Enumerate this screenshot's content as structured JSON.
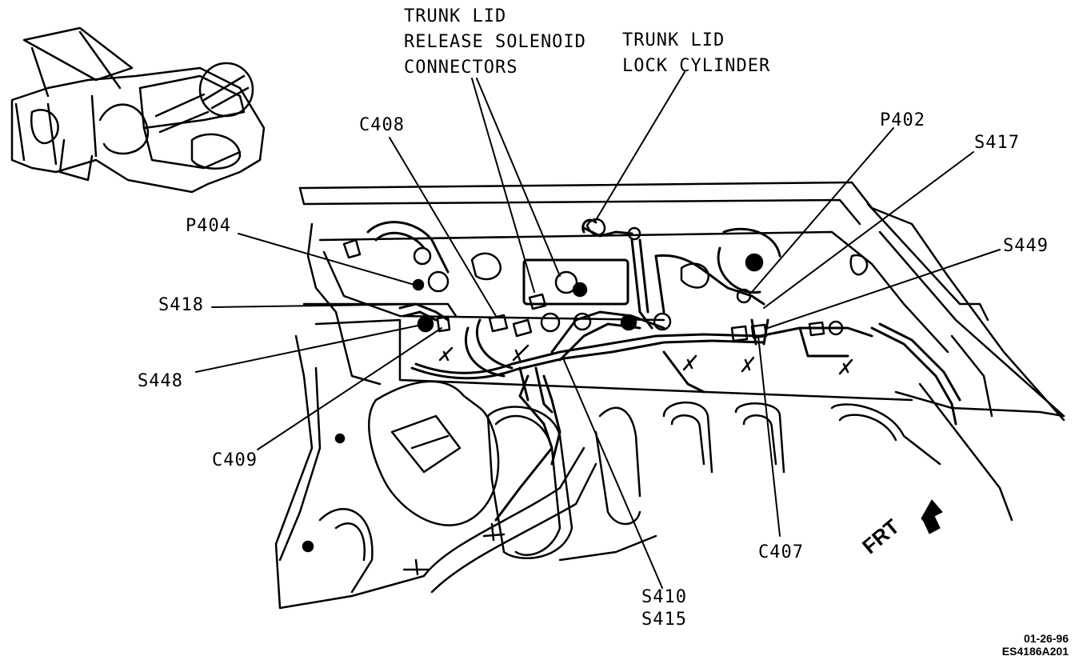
{
  "labels": {
    "trunk_lid_release_solenoid_connectors": [
      "TRUNK LID",
      "RELEASE SOLENOID",
      "CONNECTORS"
    ],
    "trunk_lid_lock_cylinder": [
      "TRUNK LID",
      "LOCK CYLINDER"
    ],
    "c408": "C408",
    "p402": "P402",
    "s417": "S417",
    "p404": "P404",
    "s449": "S449",
    "s418": "S418",
    "s448": "S448",
    "c409": "C409",
    "c407": "C407",
    "s410": "S410",
    "s415": "S415",
    "frt": "FRT"
  },
  "reference": {
    "date": "01-26-96",
    "code": "ES4186A201"
  }
}
